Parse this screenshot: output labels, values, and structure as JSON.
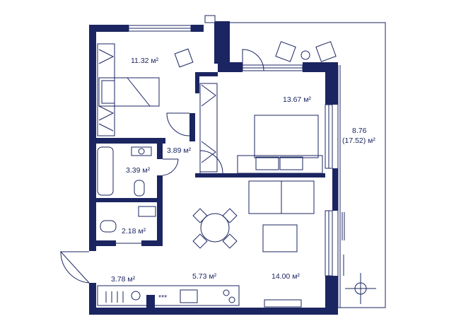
{
  "plan": {
    "rooms": [
      {
        "id": "bedroom-1",
        "area": "11.32 м²"
      },
      {
        "id": "bedroom-2",
        "area": "13.67 м²"
      },
      {
        "id": "corridor",
        "area": "3.89 м²"
      },
      {
        "id": "bathroom",
        "area": "3.39 м²"
      },
      {
        "id": "toilet",
        "area": "2.18 м²"
      },
      {
        "id": "entrance-hall",
        "area": "3.78 м²"
      },
      {
        "id": "kitchen",
        "area": "5.73 м²"
      },
      {
        "id": "living-room",
        "area": "14.00 м²"
      },
      {
        "id": "terrace",
        "area": "8.76",
        "area_total": "(17.52) м²"
      }
    ],
    "colors": {
      "wall": "#1b2561",
      "background": "#ffffff",
      "lines": "#1b2561"
    }
  }
}
